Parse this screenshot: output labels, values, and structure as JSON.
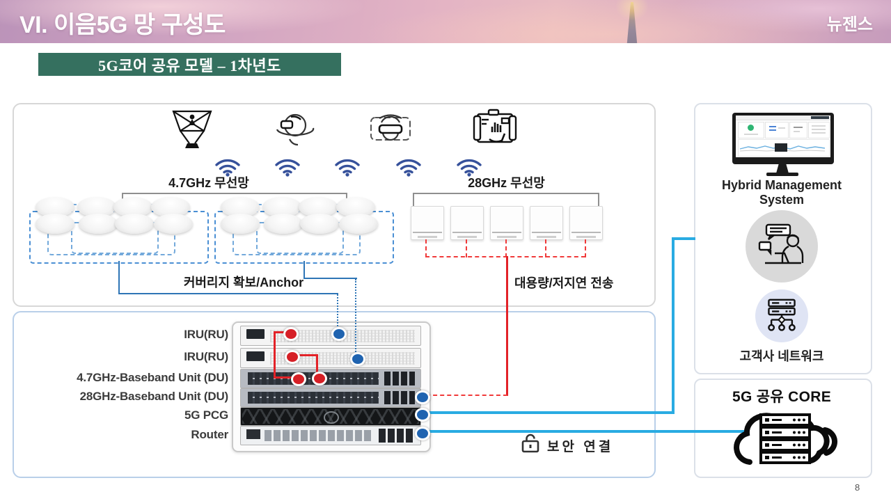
{
  "header": {
    "title": "VI. 이음5G 망 구성도",
    "logo": "뉴젠스"
  },
  "badge": {
    "label": "5G코어 공유 모델 – 1차년도"
  },
  "access": {
    "band47": {
      "label": "4.7GHz 무선망",
      "coverage_label": "커버리지 확보/Anchor"
    },
    "band28": {
      "label": "28GHz 무선망",
      "capacity_label": "대용량/저지연 전송"
    }
  },
  "rack": {
    "labels": [
      "IRU(RU)",
      "IRU(RU)",
      "4.7GHz-Baseband Unit (DU)",
      "28GHz-Baseband Unit (DU)",
      "5G PCG",
      "Router"
    ]
  },
  "secure": {
    "label": "보안 연결"
  },
  "panels": {
    "hybrid": {
      "title": "Hybrid Management System",
      "customer": "고객사 네트워크"
    },
    "core": {
      "title": "5G 공유 CORE"
    }
  },
  "icons": {
    "devices": [
      "hologram-display-icon",
      "vr-headset-user-icon",
      "ar-headset-user-icon",
      "tablet-touch-icon"
    ],
    "wifi": "wifi-icon",
    "secure": "padlock-icon",
    "hybrid_operator": "operator-chat-icon",
    "customer_network": "network-nodes-icon",
    "core_cloud": "cloud-servers-icon"
  },
  "colors": {
    "accent_teal": "#35705f",
    "line_blue": "#2e75b6",
    "line_red": "#e32228",
    "line_cyan": "#29abe2",
    "wifi_blue": "#36519b",
    "zone_dash_blue": "#5b9bd5"
  },
  "page_number": "8"
}
